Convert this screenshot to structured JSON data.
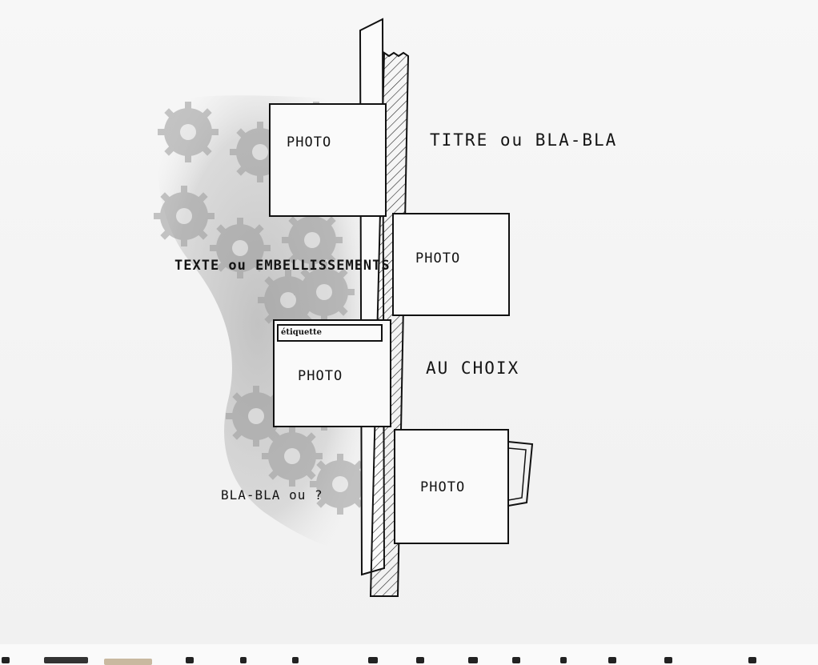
{
  "sketch": {
    "photo_label": "PHOTO",
    "title_text": "TITRE ou BLA-BLA",
    "left_text": "TEXTE ou EMBELLISSEMENTS",
    "tag_text": "étiquette",
    "choice_text": "AU CHOIX",
    "bottom_text": "BLA-BLA ou ?"
  }
}
